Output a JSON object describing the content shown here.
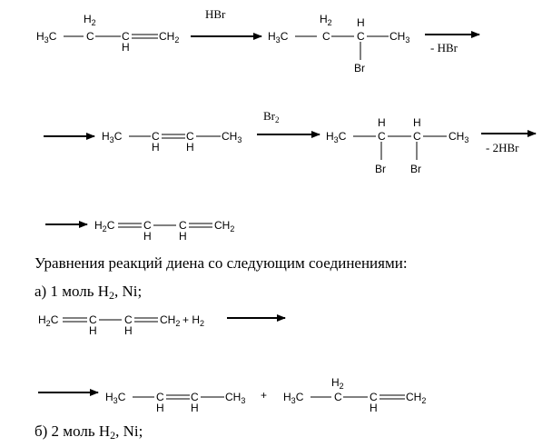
{
  "reagents": {
    "hbr": "HBr",
    "minus_hbr": "- HBr",
    "br2": "Br",
    "br2_sub": "2",
    "minus_2hbr": "- 2HBr"
  },
  "atoms": {
    "h3c": "H",
    "h3c_sub": "3",
    "c": "C",
    "ch": "C",
    "h": "H",
    "h2": "H",
    "h2_sub": "2",
    "ch2": "CH",
    "ch2_sub": "2",
    "ch3": "CH",
    "ch3_sub": "3",
    "h2c": "H",
    "h2c_sub": "2",
    "br": "Br",
    "plus_h2": "+ H",
    "plus_h2_sub": "2",
    "plus": "+"
  },
  "prose": {
    "heading": "Уравнения реакций диена со следующим соединениями:",
    "case_a_prefix": "а) 1 моль H",
    "case_a_sub": "2",
    "case_a_suffix": ", Ni;",
    "case_b_prefix": "б) 2 моль H",
    "case_b_sub": "2",
    "case_b_suffix": ", Ni;"
  }
}
